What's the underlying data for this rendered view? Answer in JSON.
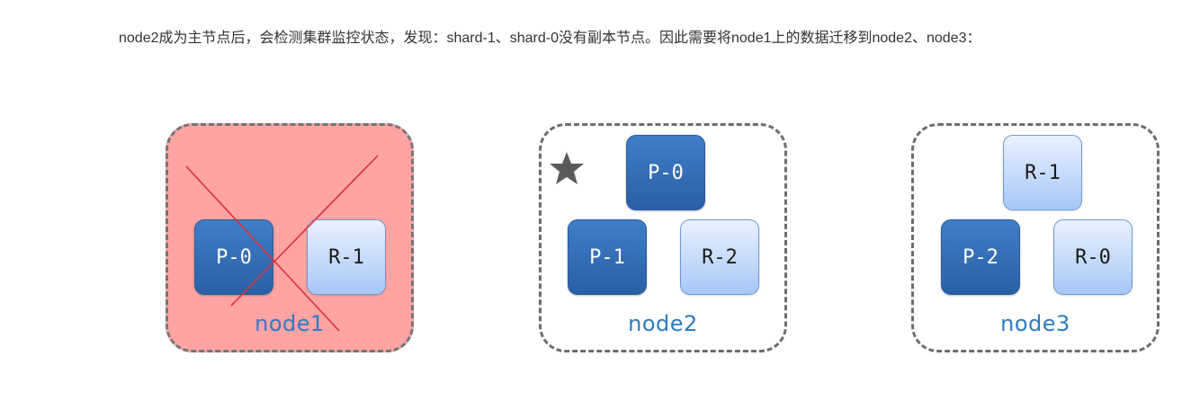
{
  "intro_text": "node2成为主节点后，会检测集群监控状态，发现：shard-1、shard-0没有副本节点。因此需要将node1上的数据迁移到node2、node3：",
  "colors": {
    "failed_node_bg": "#ffa3a3",
    "primary_shard": "#2f6db4",
    "replica_shard": "#c6dbfb",
    "node_label": "#2e7bc1",
    "cross_lines": "#e0303a"
  },
  "nodes": [
    {
      "label": "node1",
      "status": "failed",
      "shards": [
        {
          "label": "P-0",
          "kind": "primary"
        },
        {
          "label": "R-1",
          "kind": "replica"
        }
      ]
    },
    {
      "label": "node2",
      "status": "master",
      "master_icon": "star-icon",
      "shards": [
        {
          "label": "P-0",
          "kind": "primary"
        },
        {
          "label": "P-1",
          "kind": "primary"
        },
        {
          "label": "R-2",
          "kind": "replica"
        }
      ]
    },
    {
      "label": "node3",
      "status": "normal",
      "shards": [
        {
          "label": "R-1",
          "kind": "replica"
        },
        {
          "label": "P-2",
          "kind": "primary"
        },
        {
          "label": "R-0",
          "kind": "replica"
        }
      ]
    }
  ]
}
